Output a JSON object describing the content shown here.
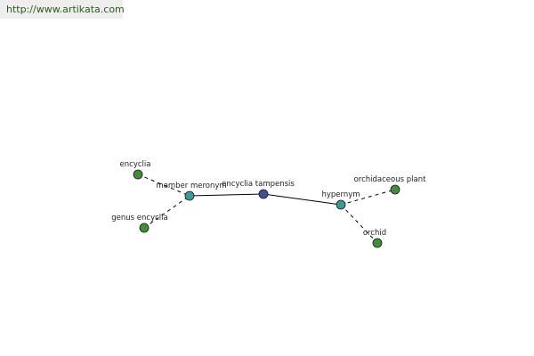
{
  "banner": {
    "url": "http://www.artikata.com"
  },
  "colors": {
    "center": "#3d4f99",
    "relation": "#3a9a9a",
    "leaf": "#3f8f3a",
    "edge": "#000000"
  },
  "graph": {
    "nodes": [
      {
        "id": "center",
        "label": "encyclia tampensis",
        "kind": "center"
      },
      {
        "id": "meronym",
        "label": "member meronym",
        "kind": "relation"
      },
      {
        "id": "hypernym",
        "label": "hypernym",
        "kind": "relation"
      },
      {
        "id": "encyclia",
        "label": "encyclia",
        "kind": "leaf"
      },
      {
        "id": "genus",
        "label": "genus encyclia",
        "kind": "leaf"
      },
      {
        "id": "orchidaceous",
        "label": "orchidaceous plant",
        "kind": "leaf"
      },
      {
        "id": "orchid",
        "label": "orchid",
        "kind": "leaf"
      }
    ],
    "edges": [
      {
        "from": "meronym",
        "to": "center",
        "style": "solid"
      },
      {
        "from": "center",
        "to": "hypernym",
        "style": "solid"
      },
      {
        "from": "encyclia",
        "to": "meronym",
        "style": "dashed"
      },
      {
        "from": "genus",
        "to": "meronym",
        "style": "dashed"
      },
      {
        "from": "hypernym",
        "to": "orchidaceous",
        "style": "dashed"
      },
      {
        "from": "hypernym",
        "to": "orchid",
        "style": "dashed"
      }
    ]
  }
}
